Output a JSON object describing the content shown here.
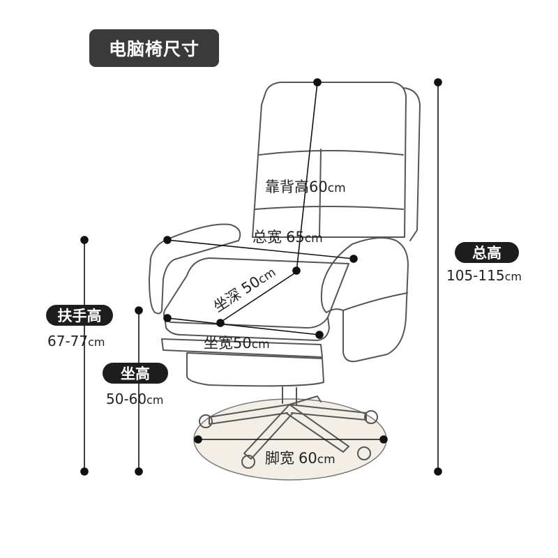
{
  "title": "电脑椅尺寸",
  "dimensions": {
    "backrest_height": {
      "label": "靠背高",
      "value": "60",
      "unit": "cm"
    },
    "total_width": {
      "label": "总宽",
      "value": "65",
      "unit": "cm"
    },
    "seat_depth": {
      "label": "坐深",
      "value": "50",
      "unit": "cm"
    },
    "seat_width": {
      "label": "坐宽",
      "value": "50",
      "unit": "cm"
    },
    "base_width": {
      "label": "脚宽",
      "value": "60",
      "unit": "cm"
    },
    "total_height": {
      "label": "总高",
      "range": "105-115",
      "unit": "cm"
    },
    "armrest_height": {
      "label": "扶手高",
      "range": "67-77",
      "unit": "cm"
    },
    "seat_height": {
      "label": "坐高",
      "range": "50-60",
      "unit": "cm"
    }
  },
  "colors": {
    "outline": "#555555",
    "measure": "#111111",
    "label_bg": "#1d1d1d",
    "base_fill": "#f3efe6"
  }
}
